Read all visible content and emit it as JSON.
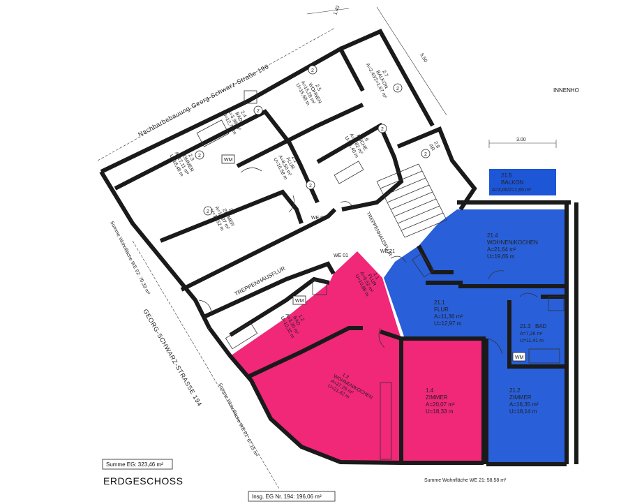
{
  "title": "ERDGESCHOSS",
  "totals": {
    "summe_eg": "Summe EG: 323,46 m²",
    "insg_eg": "Insg. EG Nr. 194: 196,06 m²"
  },
  "streets": {
    "nachbar": "Nachbarbebauung Georg-Schwarz-Straße 196",
    "georg194": "GEORG-SCHWARZ-STRASSE 194",
    "innenhof": "INNENHO"
  },
  "unit_sums": {
    "we02": "Summe Wohnfläche WE 02: 70,33 m²",
    "we01": "Summe Wohnfläche WE 01: 67,15 m²",
    "we21": "Summe Wohnfläche WE 21: 58,58 m²"
  },
  "dimensions": {
    "d140": "1.40",
    "d550": "5.50",
    "d300": "3.00"
  },
  "labels": {
    "treppenhausflur": "TREPPENHAUSFLUR",
    "treppenhausflur2": "TREPPENHAUSFLUR",
    "we02": "WE 02",
    "we01": "WE 01",
    "we21": "WE 21"
  },
  "appliances": {
    "wm1": "WM",
    "wm2": "WM",
    "wm3": "WM"
  },
  "circles": {
    "c1": "2",
    "c2": "2",
    "c3": "2",
    "c4": "2",
    "c5": "2",
    "c6": "2",
    "c7": "2",
    "c8": "2"
  },
  "rooms": {
    "r27": {
      "id": "2.7",
      "name": "BALKON",
      "a": "A=3,40/2=1,67 m²"
    },
    "r25": {
      "id": "2.5",
      "name": "WOHNEN",
      "a": "A=15,28 m²",
      "u": "U=15,68 m"
    },
    "r24": {
      "id": "2.4",
      "name": "BAD",
      "a": "A=3,98 m²",
      "u": "U=12,73 m"
    },
    "r23": {
      "id": "2.3",
      "name": "ZIMMER",
      "a": "A=17,11 m²",
      "u": "U=18,48 m"
    },
    "r21": {
      "id": "2.1",
      "name": "FLUR",
      "a": "A=8,50 m²",
      "u": "U=16,58 m"
    },
    "r26": {
      "id": "2.6",
      "name": "KÜCHE",
      "a": "A=7,82 m²",
      "u": "U=11,40 m"
    },
    "r28": {
      "id": "2.8",
      "name": "AR"
    },
    "r22": {
      "id": "2.2",
      "name": "ZIMMER",
      "a": "A=12,27 m²",
      "u": "U=15,52 m"
    },
    "r11": {
      "id": "1.1",
      "name": "FLUR",
      "a": "A=6,52 m²",
      "u": "U=10,88 m"
    },
    "r12": {
      "id": "1.2",
      "name": "BAD",
      "a": "A=3,30 m²",
      "u": "U=10,32 m"
    },
    "r13": {
      "id": "1.3",
      "name": "WOHNEN/KOCHEN",
      "a": "A=27,26 m²",
      "u": "U=21,42 m"
    },
    "r14": {
      "id": "1.4",
      "name": "ZIMMER",
      "a": "A=20,07 m²",
      "u": "U=18,33 m"
    },
    "r215": {
      "id": "21.5",
      "name": "BALKON",
      "a": "A=3,00/2=1,65 m²"
    },
    "r214": {
      "id": "21.4",
      "name": "WOHNEN/KOCHEN",
      "a": "A=21,64 m²",
      "u": "U=19,65 m"
    },
    "r211": {
      "id": "21.1",
      "name": "FLUR",
      "a": "A=11,36 m²",
      "u": "U=12,97 m"
    },
    "r213": {
      "id": "21.3",
      "name": "BAD",
      "a": "A=7,26 m²",
      "u": "U=11,41 m"
    },
    "r212": {
      "id": "21.2",
      "name": "ZIMMER",
      "a": "A=16,35 m²",
      "u": "U=18,14 m"
    }
  },
  "colors": {
    "we01": "#f0176e",
    "we21": "#1d56d6",
    "wall": "#1a1a1a",
    "background": "#ffffff"
  }
}
